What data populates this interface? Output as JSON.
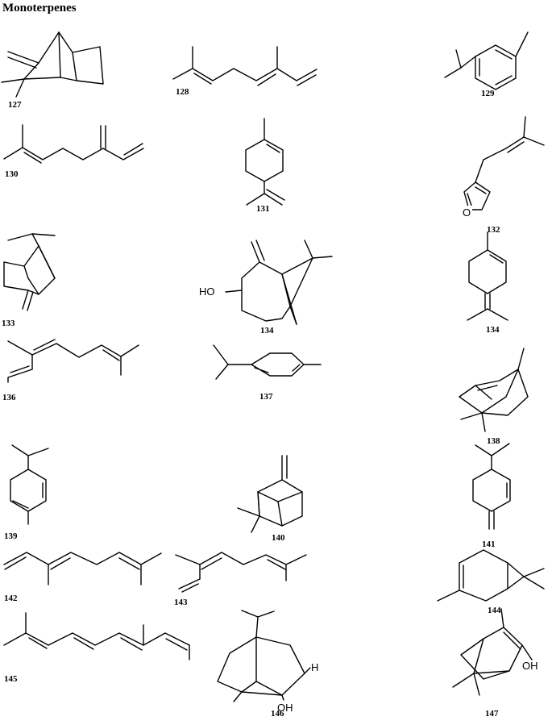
{
  "title": "Monoterpenes",
  "compounds": [
    {
      "label": "127"
    },
    {
      "label": "128"
    },
    {
      "label": "129"
    },
    {
      "label": "130"
    },
    {
      "label": "131"
    },
    {
      "label": "132"
    },
    {
      "label": "133"
    },
    {
      "label": "134"
    },
    {
      "label": "134"
    },
    {
      "label": "136"
    },
    {
      "label": "137"
    },
    {
      "label": "138"
    },
    {
      "label": "139"
    },
    {
      "label": "140"
    },
    {
      "label": "141"
    },
    {
      "label": "142"
    },
    {
      "label": "143"
    },
    {
      "label": "144"
    },
    {
      "label": "145"
    },
    {
      "label": "146"
    },
    {
      "label": "147"
    }
  ],
  "atoms": {
    "c132_o": "O",
    "c134_ho": "HO",
    "c146_h": "H",
    "c146_oh": "OH",
    "c147_oh": "OH"
  }
}
